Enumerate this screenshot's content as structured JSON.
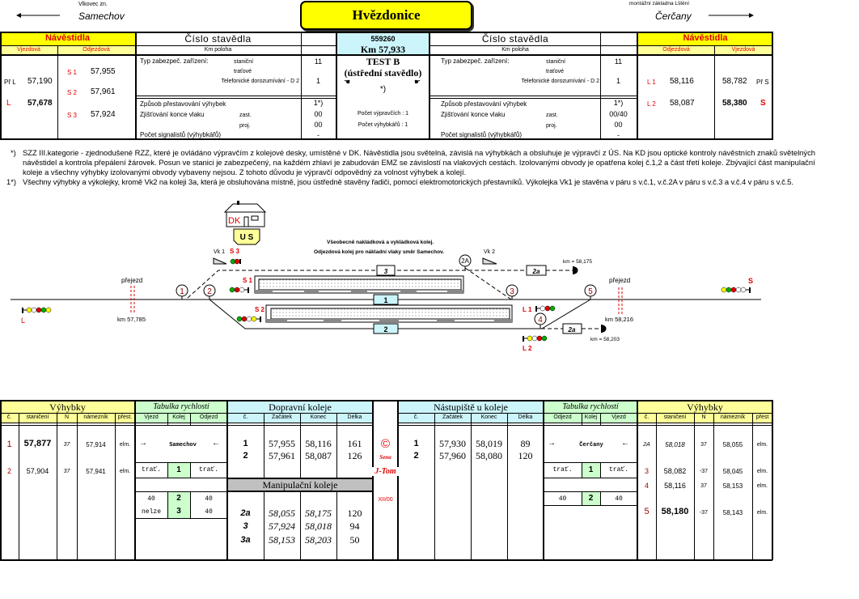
{
  "header": {
    "title": "Hvězdonice",
    "left_sub": "Vlkovec zn.",
    "left_station": "Samechov",
    "right_sub": "montážní základna Lštění",
    "right_station": "Čerčany",
    "colors": {
      "title_bg": "#ffff00"
    }
  },
  "top": {
    "left_signals": {
      "title": "Návěstidla",
      "col_in": "Vjezdová",
      "col_out": "Odjezdová",
      "in": [
        {
          "name": "Př L",
          "km": "57,190"
        },
        {
          "name": "L",
          "km": "57,678"
        }
      ],
      "out": [
        {
          "name": "S 1",
          "km": "57,955"
        },
        {
          "name": "S 2",
          "km": "57,961"
        },
        {
          "name": "S 3",
          "km": "57,924"
        }
      ]
    },
    "left_info": {
      "title": "Číslo stavědla",
      "km_label": "Km poloha",
      "typ": "Typ zabezpeč. zařízení:",
      "stanicni": "staniční",
      "stanicni_val": "11",
      "tratove": "traťové",
      "telefon": "Telefonické dorozumívání - D 2",
      "telefon_val": "1",
      "zpusob": "Způsob přestavování výhybek",
      "zpusob_val": "1*)",
      "zjist": "Zjišťování konce vlaku",
      "zast": "zast.",
      "zast_val": "00",
      "proj": "proj.",
      "proj_val": "00",
      "pocet": "Počet signalistů (výhybkářů)",
      "pocet_val": "-"
    },
    "center": {
      "number": "559260",
      "km": "Km 57,933",
      "test": "TEST B",
      "type": "(ústřední stavědlo)",
      "note": "*)",
      "vypravci": "Počet výpravčích : 1",
      "vyhybkari": "Počet výhybkářů : 1"
    },
    "right_info": {
      "title": "Číslo stavědla",
      "km_label": "Km poloha",
      "typ": "Typ zabezpeč. zařízení:",
      "stanicni": "staniční",
      "stanicni_val": "11",
      "tratove": "traťové",
      "telefon": "Telefonické dorozumívání - D 2",
      "telefon_val": "1",
      "zpusob": "Způsob přestavování výhybek",
      "zpusob_val": "1*)",
      "zjist": "Zjišťování konce vlaku",
      "zast": "zast.",
      "zast_val": "00/40",
      "proj": "proj.",
      "proj_val": "00",
      "pocet": "Počet signalistů (výhybkářů)",
      "pocet_val": "-"
    },
    "right_signals": {
      "title": "Návěstidla",
      "col_out": "Odjezdová",
      "col_in": "Vjezdová",
      "out": [
        {
          "name": "L 1",
          "km": "58,116"
        },
        {
          "name": "L 2",
          "km": "58,087"
        }
      ],
      "in": [
        {
          "name": "Př S",
          "km": "58,782"
        },
        {
          "name": "S",
          "km": "58,380"
        }
      ]
    }
  },
  "notes": [
    {
      "mark": "*)",
      "lines": [
        "SZZ III.kategorie - zjednodušené RZZ, které je ovládáno výpravčím z kolejové desky, umístěné v DK. Návěstidla jsou světelná, závislá na výhybkách a obsluhuje je výpravčí z ÚS. Na KD jsou optické kontroly návěstních znaků světelných",
        "návěstidel a kontrola přepálení žárovek. Posun ve stanici je zabezpečený, na každém zhlaví je zabudován EMZ se závislostí na vlakových cestách. Izolovanými obvody je opatřena kolej č.1,2 a část třetí koleje. Zbývající část manipulační",
        "koleje a všechny výhybky izolovanými obvody vybaveny nejsou. Z tohoto důvodu je výpravčí odpovědný za volnost výhybek a kolejí."
      ]
    },
    {
      "mark": "1*)",
      "lines": [
        "Všechny výhybky a výkolejky, kromě Vk2 na koleji 3a, která je obsluhována místně, jsou ústředně stavěny řadiči, pomocí elektromotorických přestavníků. Výkolejka Vk1 je stavěna v páru s v.č.1, v.č.2A v páru s v.č.3 a v.č.4 v páru s v.č.5."
      ]
    }
  ],
  "diagram": {
    "dk": "DK",
    "us": "U S",
    "text1": "Všeobecně nakládková a vykládková kolej.",
    "text2": "Odjezdová kolej pro nákladní vlaky směr Samechov.",
    "switches": [
      "1",
      "2",
      "2A",
      "3",
      "4",
      "5"
    ],
    "tracks": [
      "1",
      "2",
      "3",
      "2a",
      "2a"
    ],
    "vk1": "Vk 1",
    "vk2": "Vk 2",
    "s1": "S 1",
    "s2": "S 2",
    "s3": "S 3",
    "l": "L",
    "l1": "L 1",
    "l2": "L 2",
    "s": "S",
    "crossing": "přejezd",
    "km_left": "km 57,785",
    "km_right": "km 58,216",
    "km_3": "km = 58,175",
    "km_2a": "km = 58,203"
  },
  "bottom": {
    "left_switches": {
      "title": "Výhybky",
      "cols": [
        "č.",
        "staničení",
        "N",
        "námezník",
        "přest."
      ],
      "rows": [
        [
          "1",
          "57,877",
          "37",
          "57,914",
          "elm."
        ],
        [
          "2",
          "57,904",
          "37",
          "57,941",
          "elm."
        ]
      ]
    },
    "left_speed": {
      "title": "Tabulka rychlostí",
      "cols": [
        "Vjezd",
        "Kolej",
        "Odjezd"
      ],
      "direction": "Samechov",
      "rows": [
        [
          "trať.",
          "1",
          "trať."
        ],
        [
          "40",
          "2",
          "40"
        ],
        [
          "nelze",
          "3",
          "40"
        ]
      ]
    },
    "doprav": {
      "title": "Dopravní koleje",
      "cols": [
        "č.",
        "Začátek",
        "Konec",
        "Délka"
      ],
      "rows": [
        [
          "1",
          "57,955",
          "58,116",
          "161"
        ],
        [
          "2",
          "57,961",
          "58,087",
          "126"
        ]
      ]
    },
    "manip": {
      "title": "Manipulační koleje",
      "rows": [
        [
          "2a",
          "58,055",
          "58,175",
          "120"
        ],
        [
          "3",
          "57,924",
          "58,018",
          "94"
        ],
        [
          "3a",
          "58,153",
          "58,203",
          "50"
        ]
      ]
    },
    "strip": {
      "copyright": "©",
      "sign1": "Sena",
      "sign2": "J-Tom",
      "date": "XII/00"
    },
    "platforms": {
      "title": "Nástupiště u koleje",
      "cols": [
        "č.",
        "Začátek",
        "Konec",
        "Délka"
      ],
      "rows": [
        [
          "1",
          "57,930",
          "58,019",
          "89"
        ],
        [
          "2",
          "57,960",
          "58,080",
          "120"
        ]
      ]
    },
    "right_speed": {
      "title": "Tabulka rychlostí",
      "cols": [
        "Odjezd",
        "Kolej",
        "Vjezd"
      ],
      "direction": "Čerčany",
      "rows": [
        [
          "trať.",
          "1",
          "trať."
        ],
        [
          "40",
          "2",
          "40"
        ]
      ]
    },
    "right_switches": {
      "title": "Výhybky",
      "cols": [
        "č.",
        "staničení",
        "N",
        "námezník",
        "přest"
      ],
      "rows": [
        [
          "2A",
          "58,018",
          "37",
          "58,055",
          "elm."
        ],
        [
          "3",
          "58,082",
          "-37",
          "58,045",
          "elm."
        ],
        [
          "4",
          "58,116",
          "37",
          "58,153",
          "elm."
        ],
        [
          "5",
          "58,180",
          "-37",
          "58,143",
          "elm."
        ]
      ]
    }
  }
}
